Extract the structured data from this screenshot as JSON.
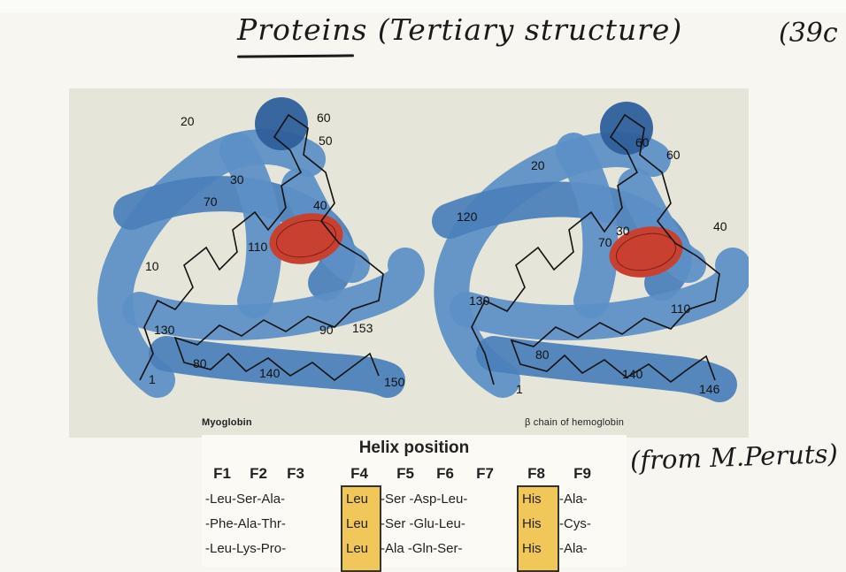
{
  "heading": {
    "title": "Proteins (Tertiary structure)",
    "page_number": "(39c",
    "attribution": "(from M.Peruts)"
  },
  "figure": {
    "left_caption": "Myoglobin",
    "right_caption": "β chain of hemoglobin",
    "left_labels": [
      "20",
      "60",
      "50",
      "30",
      "70",
      "40",
      "110",
      "10",
      "130",
      "80",
      "140",
      "90",
      "153",
      "150",
      "1"
    ],
    "right_labels": [
      "60",
      "20",
      "120",
      "70",
      "30",
      "40",
      "110",
      "130",
      "80",
      "140",
      "146",
      "1"
    ],
    "colors": {
      "helix": "#5b8fc6",
      "helix_dark": "#2e5f9c",
      "heme": "#c8402f"
    }
  },
  "helix_table": {
    "title": "Helix position",
    "columns": [
      "F1",
      "F2",
      "F3",
      "F4",
      "F5",
      "F6",
      "F7",
      "F8",
      "F9"
    ],
    "rows": [
      [
        "-Leu-Ser-Ala-",
        "Leu",
        "-Ser -Asp-Leu-",
        "His",
        "-Ala-"
      ],
      [
        "-Phe-Ala-Thr-",
        "Leu",
        "-Ser -Glu-Leu-",
        "His",
        "-Cys-"
      ],
      [
        "-Leu-Lys-Pro-",
        "Leu",
        "-Ala -Gln-Ser-",
        "His",
        "-Ala-"
      ]
    ],
    "highlighted_columns": [
      "F4",
      "F8"
    ],
    "highlight_color": "#f2c75a"
  }
}
